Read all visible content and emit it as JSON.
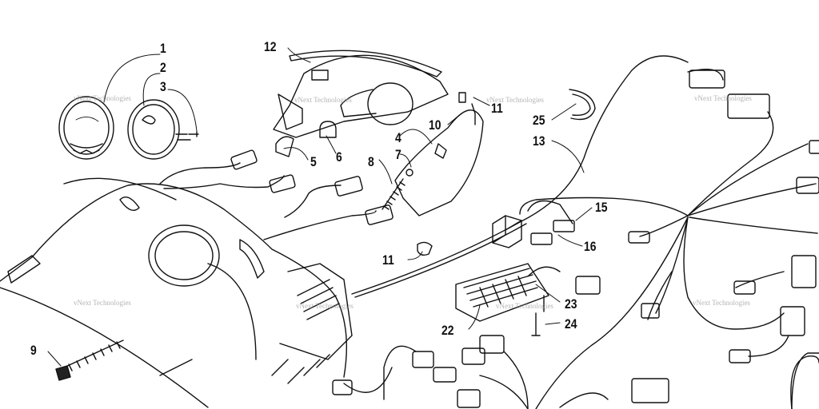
{
  "callouts": {
    "c1": "1",
    "c2": "2",
    "c3": "3",
    "c4": "4",
    "c5": "5",
    "c6": "6",
    "c7": "7",
    "c8": "8",
    "c9": "9",
    "c10": "10",
    "c11a": "11",
    "c11b": "11",
    "c12": "12",
    "c13": "13",
    "c15": "15",
    "c16": "16",
    "c22": "22",
    "c23": "23",
    "c24": "24",
    "c25": "25"
  },
  "watermark": "vNext Technologies"
}
